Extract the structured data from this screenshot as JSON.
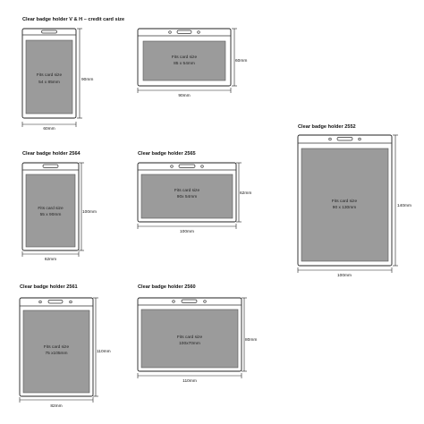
{
  "colors": {
    "holder_stroke": "#222222",
    "card_window": "#9b9b9b",
    "dimension_line": "#222222",
    "background": "#ffffff"
  },
  "badges": [
    {
      "title": "Clear badge holder V & H – credit card size",
      "card_label": "Fits card size",
      "card_size": "54 x 85mm",
      "width_label": "60mm",
      "height_label": "90mm",
      "punch": "slot"
    },
    {
      "title": "",
      "card_label": "Fits card size",
      "card_size": "85 x 54mm",
      "width_label": "90mm",
      "height_label": "60mm",
      "punch": "holes-slot"
    },
    {
      "title": "Clear badge holder 2552",
      "card_label": "Fits card size",
      "card_size": "90 x 130mm",
      "width_label": "100mm",
      "height_label": "140mm",
      "punch": "holes-slot"
    },
    {
      "title": "Clear badge holder 2564",
      "card_label": "Fits card size",
      "card_size": "55 x 90mm",
      "width_label": "62mm",
      "height_label": "100mm",
      "punch": "slot"
    },
    {
      "title": "Clear badge holder 2565",
      "card_label": "Fits card size",
      "card_size": "90x 54mm",
      "width_label": "100mm",
      "height_label": "62mm",
      "punch": "holes-slot"
    },
    {
      "title": "Clear badge holder 2561",
      "card_label": "Fits card size",
      "card_size": "75 x105mm",
      "width_label": "82mm",
      "height_label": "110mm",
      "punch": "holes-slot"
    },
    {
      "title": "Clear badge holder 2560",
      "card_label": "Fits card size",
      "card_size": "100x70mm",
      "width_label": "110mm",
      "height_label": "80mm",
      "punch": "holes-slot"
    }
  ]
}
